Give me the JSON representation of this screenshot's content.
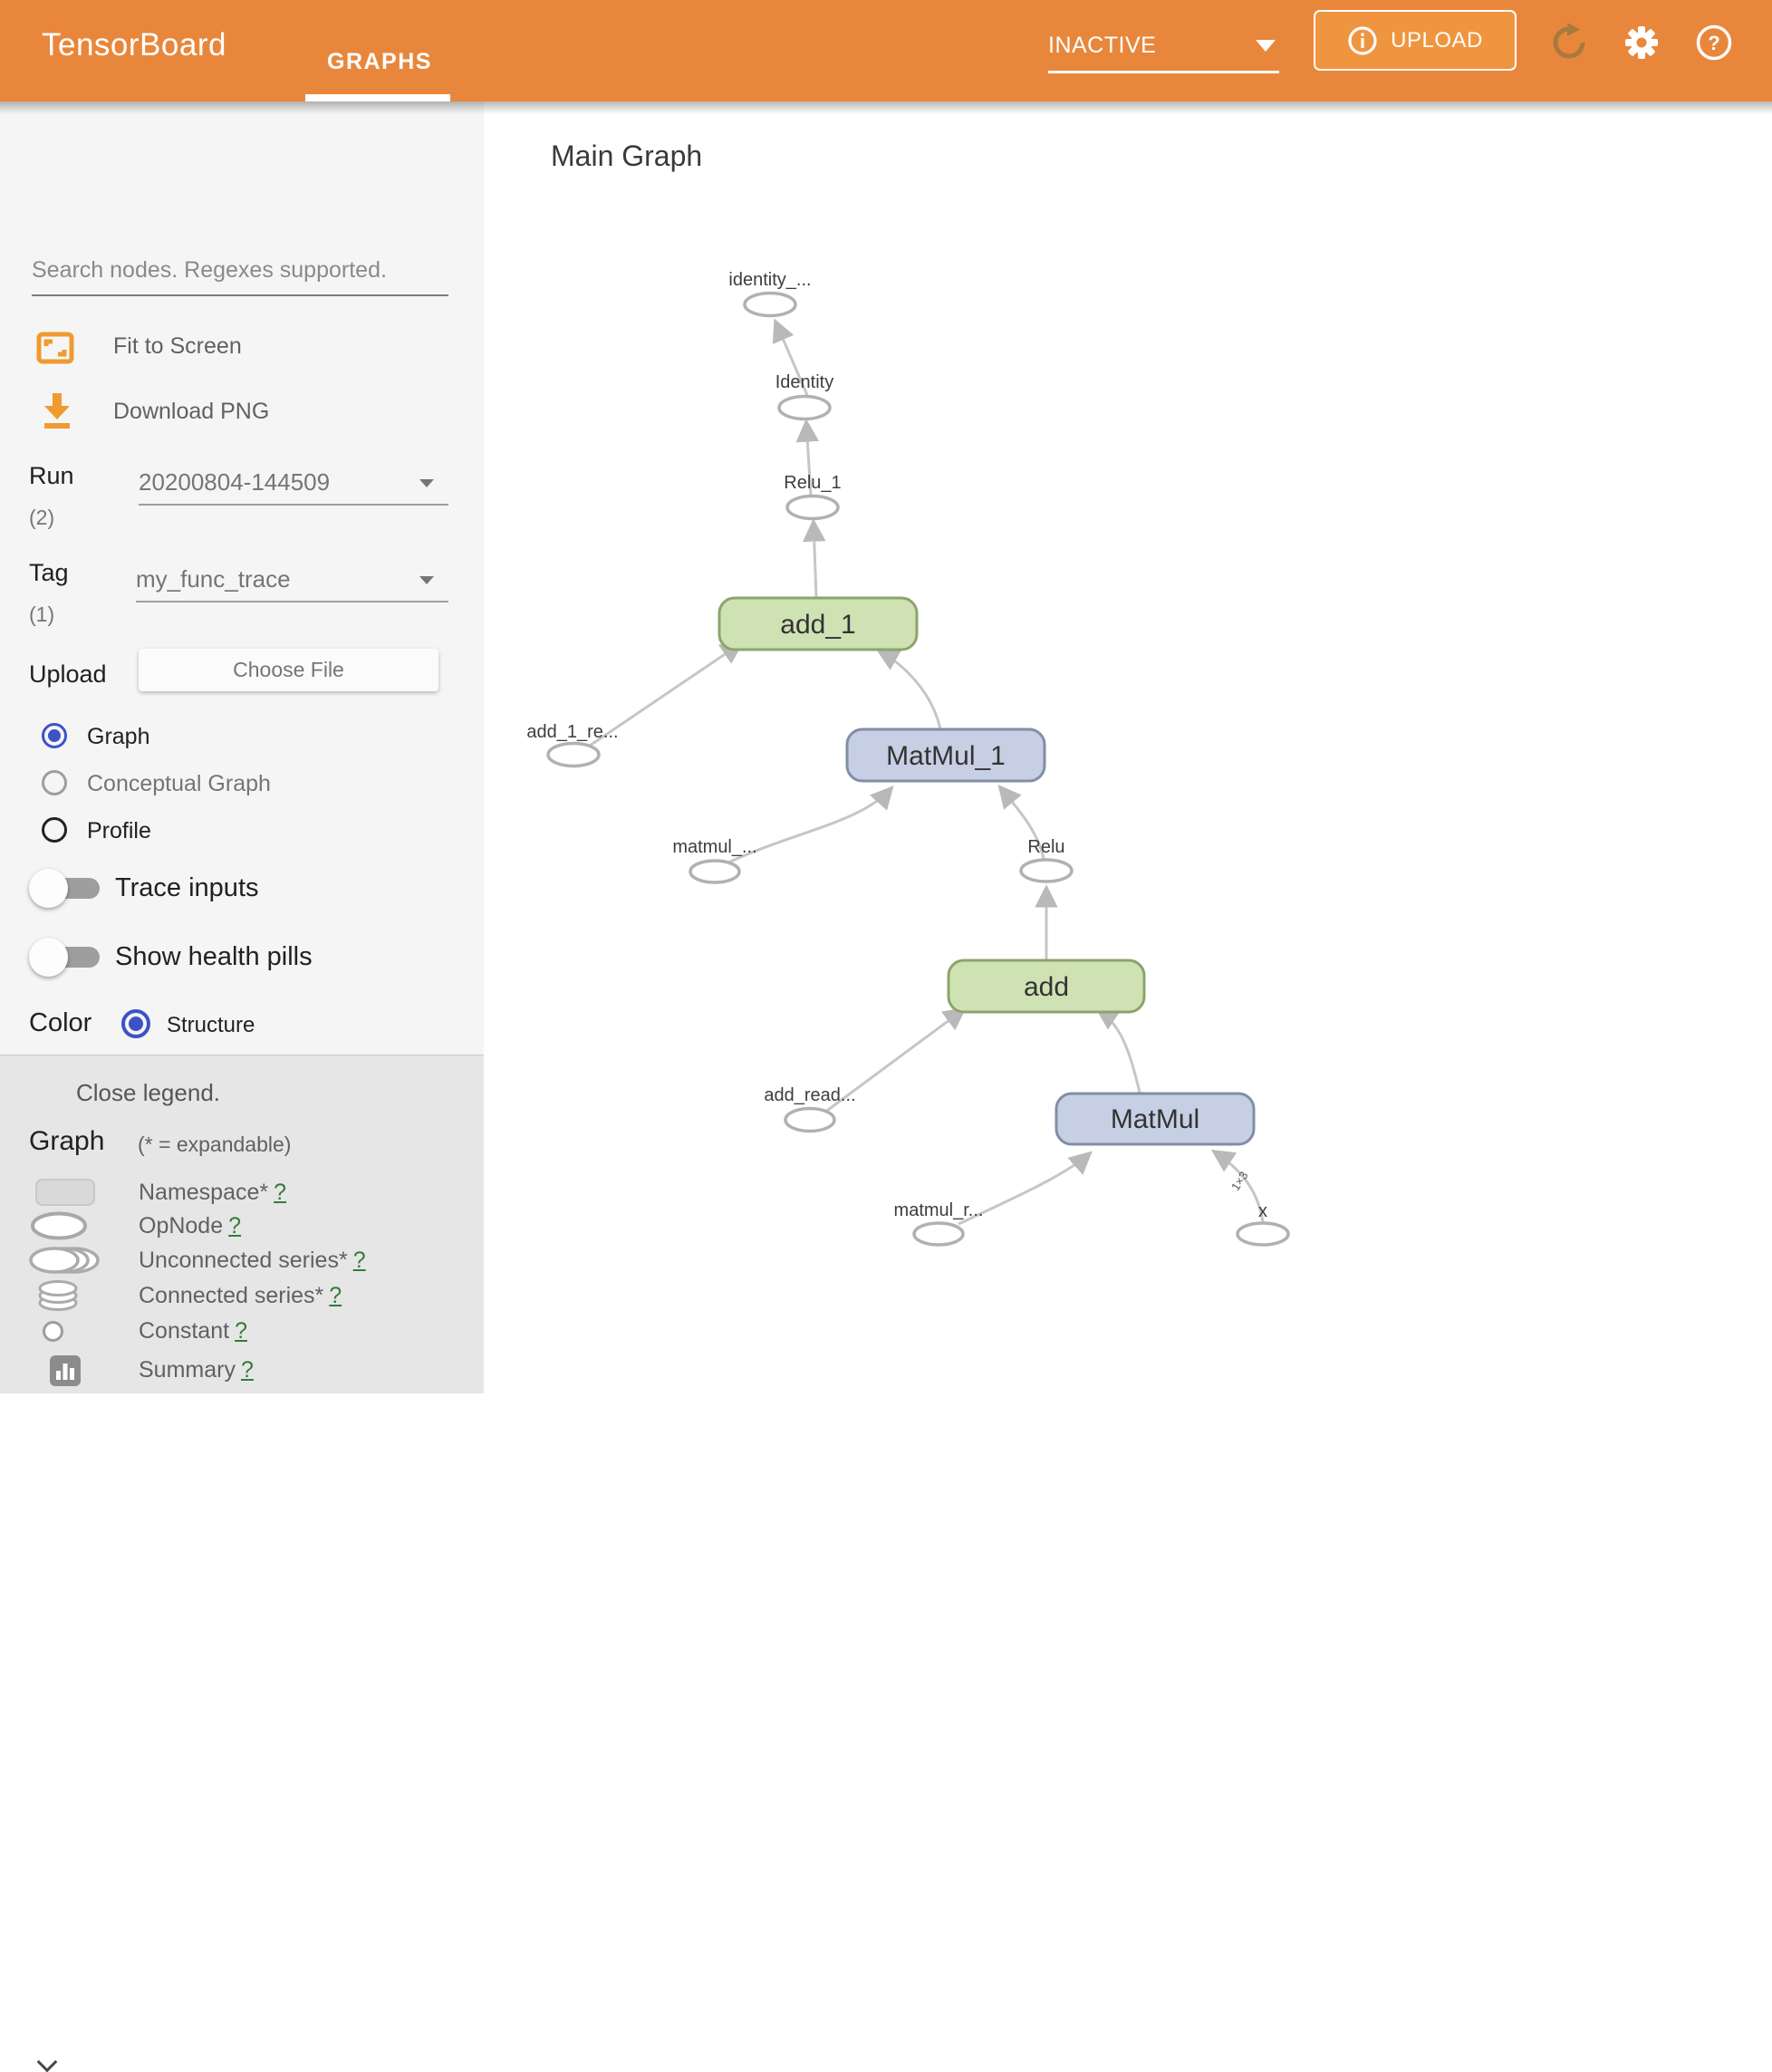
{
  "header": {
    "app_title": "TensorBoard",
    "tab": "GRAPHS",
    "status_dropdown": "INACTIVE",
    "upload_label": "UPLOAD"
  },
  "sidebar": {
    "search_placeholder": "Search nodes. Regexes supported.",
    "fit_label": "Fit to Screen",
    "download_label": "Download PNG",
    "run": {
      "label": "Run",
      "count": "(2)",
      "value": "20200804-144509"
    },
    "tag": {
      "label": "Tag",
      "count": "(1)",
      "value": "my_func_trace"
    },
    "upload": {
      "label": "Upload",
      "button": "Choose File"
    },
    "views": [
      {
        "label": "Graph",
        "selected": true
      },
      {
        "label": "Conceptual Graph",
        "selected": false
      },
      {
        "label": "Profile",
        "selected": false
      }
    ],
    "toggles": [
      {
        "label": "Trace inputs",
        "on": false
      },
      {
        "label": "Show health pills",
        "on": false
      }
    ],
    "color": {
      "label": "Color",
      "option": "Structure"
    },
    "legend": {
      "close_label": "Close legend.",
      "heading": "Graph",
      "expandable_note": "(* = expandable)",
      "items": [
        {
          "label": "Namespace*",
          "help": "?"
        },
        {
          "label": "OpNode",
          "help": "?"
        },
        {
          "label": "Unconnected series*",
          "help": "?"
        },
        {
          "label": "Connected series*",
          "help": "?"
        },
        {
          "label": "Constant",
          "help": "?"
        },
        {
          "label": "Summary",
          "help": "?"
        }
      ]
    }
  },
  "main": {
    "title": "Main Graph",
    "graph": {
      "nodes": {
        "identity_out": "identity_...",
        "identity": "Identity",
        "relu_1": "Relu_1",
        "add_1": "add_1",
        "add_1_re": "add_1_re...",
        "matmul_1": "MatMul_1",
        "matmul_read": "matmul_...",
        "relu": "Relu",
        "add": "add",
        "add_read": "add_read...",
        "matmul": "MatMul",
        "matmul_r": "matmul_r...",
        "x": "x"
      },
      "edge_label": "1×3"
    }
  },
  "colors": {
    "header_bg": "#e8873c",
    "upload_button_bg": "#f0953f",
    "sidebar_icon_orange": "#f09a30",
    "radio_accent_blue": "#3d53c5",
    "help_link_green": "#357a38",
    "op_box_green_fill": "#cfe2b3",
    "op_box_blue_fill": "#c7cfe4",
    "edge_gray": "#c6c6c6"
  }
}
